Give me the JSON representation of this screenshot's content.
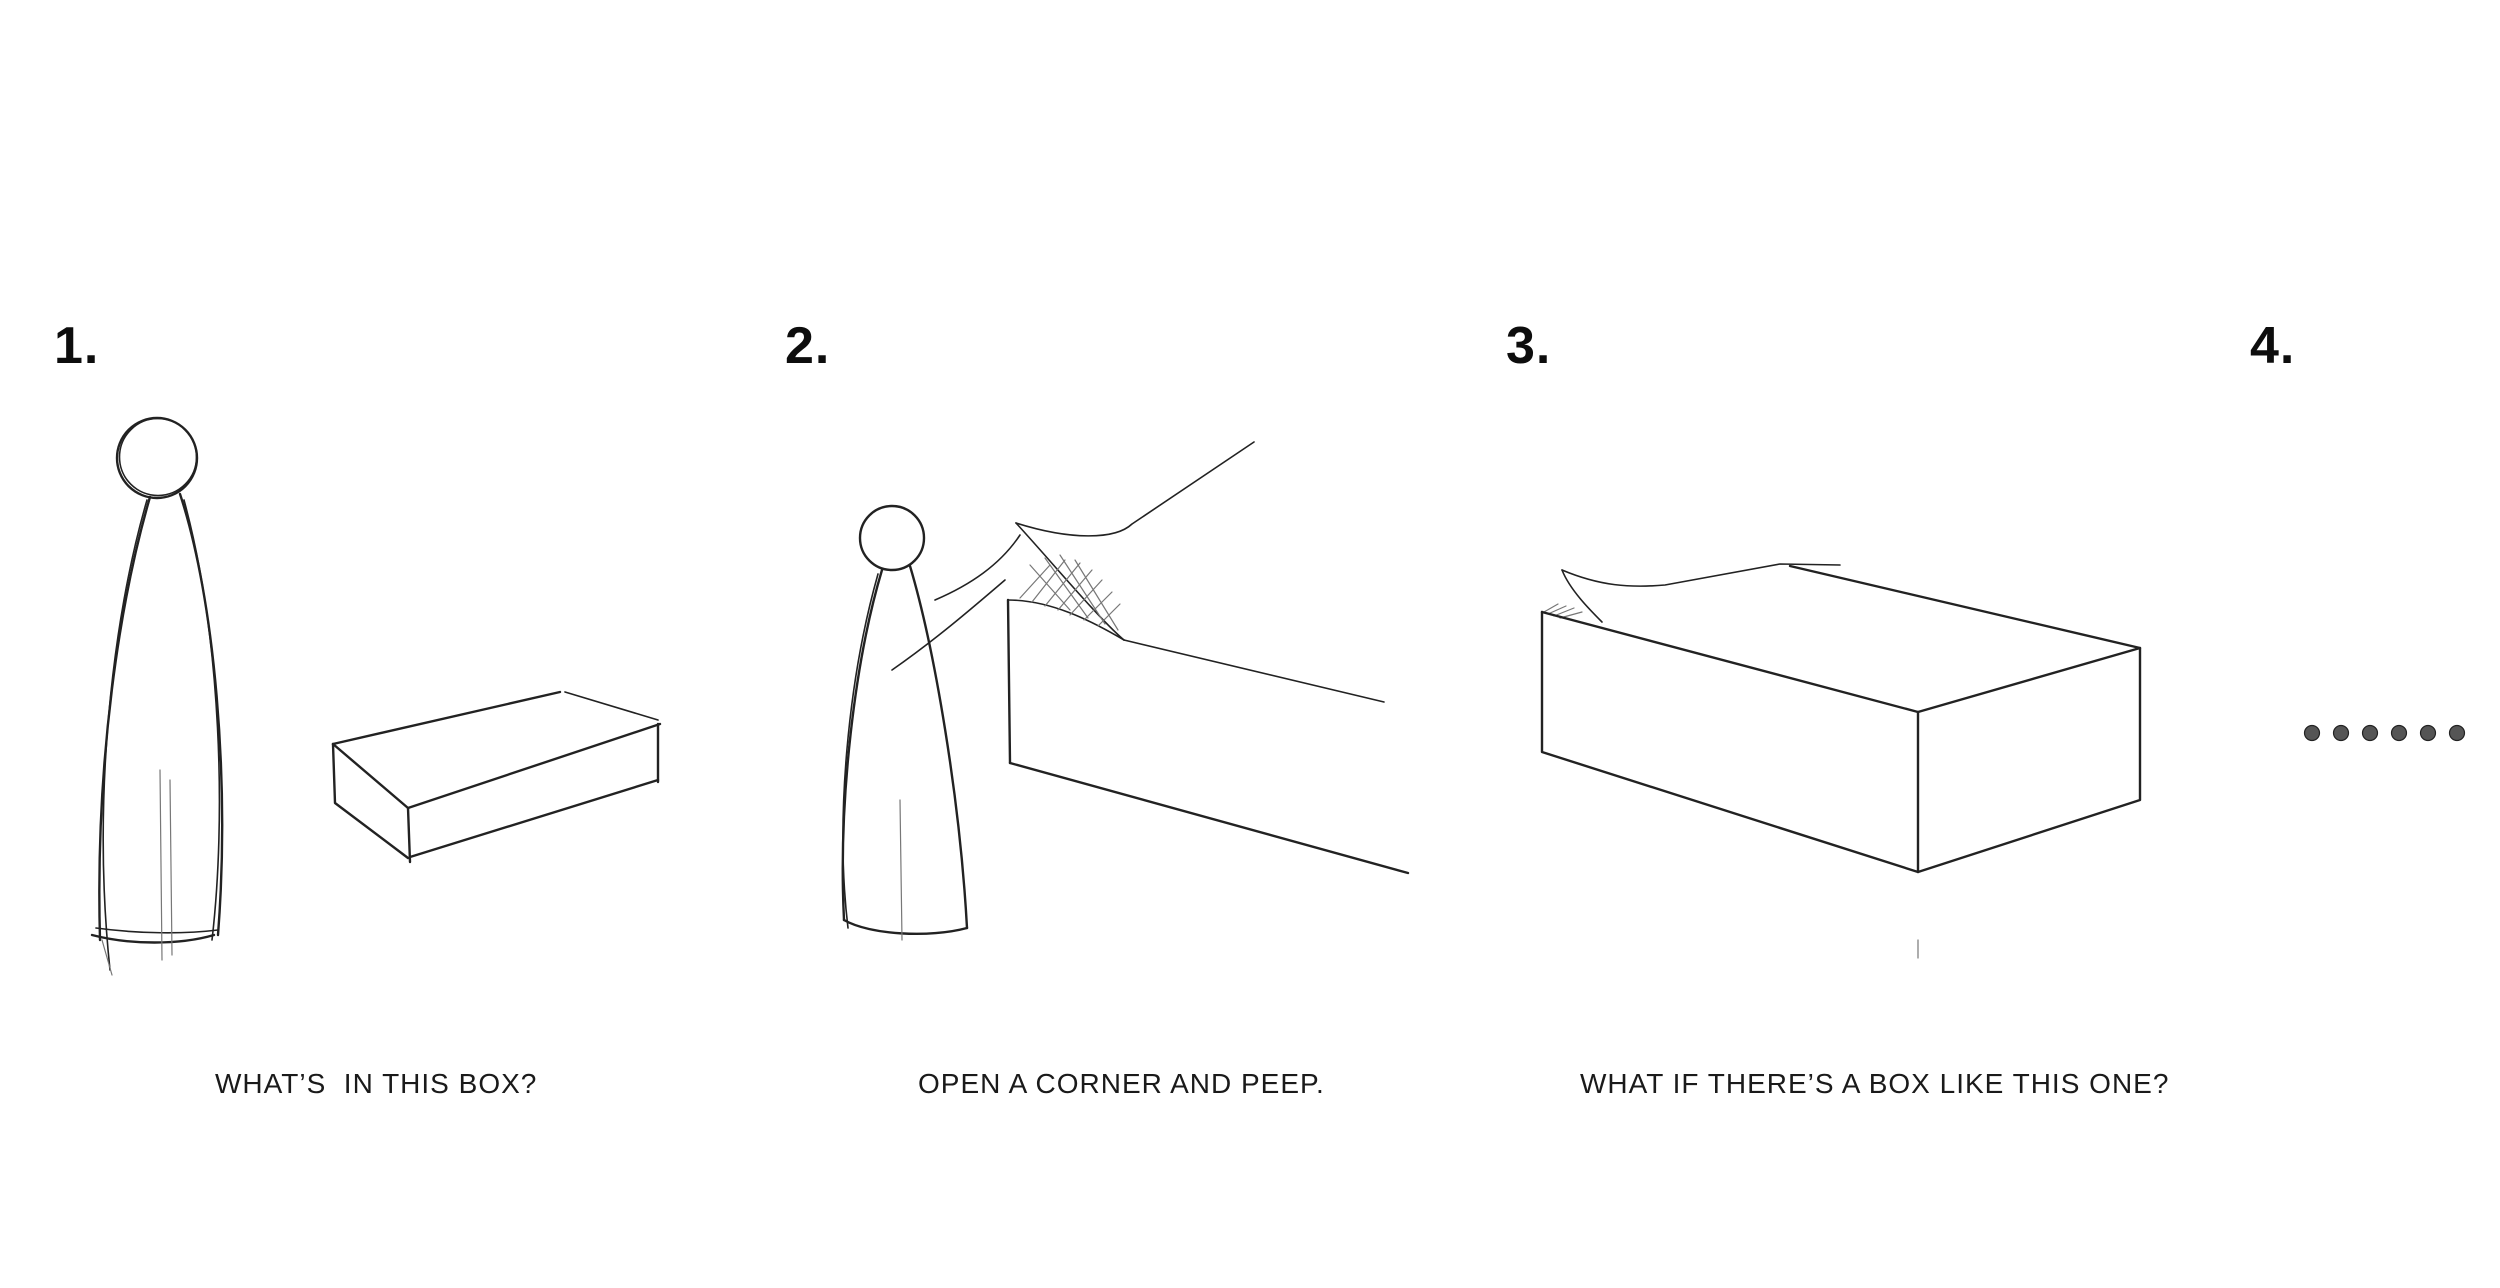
{
  "steps": [
    {
      "number": "1.",
      "caption": "WHAT’S  IN THIS BOX?"
    },
    {
      "number": "2.",
      "caption": "OPEN A CORNER AND PEEP."
    },
    {
      "number": "3.",
      "caption": "WHAT IF THERE’S A BOX LIKE THIS ONE?"
    },
    {
      "number": "4.",
      "caption": ""
    }
  ],
  "colors": {
    "background": "#ffffff",
    "ink": "#222222"
  }
}
